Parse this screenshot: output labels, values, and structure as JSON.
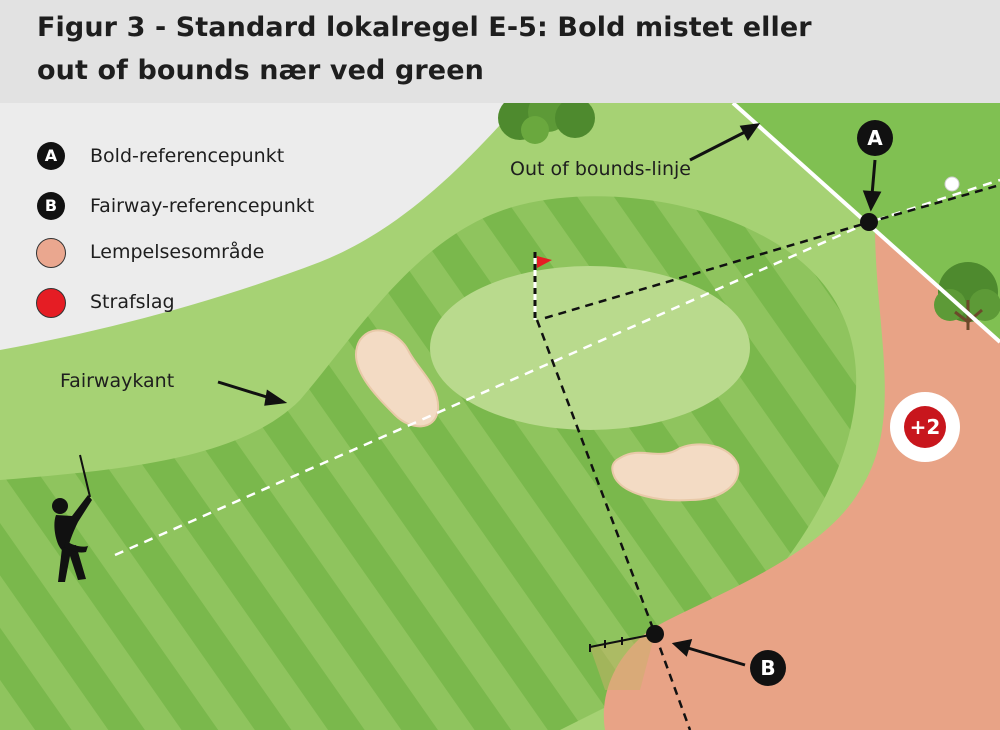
{
  "title_line_1": "Figur 3 - Standard lokalregel E-5: Bold mistet eller",
  "title_line_2": "out of bounds nær ved green",
  "legend": {
    "items": [
      {
        "marker": "A",
        "label": "Bold-referencepunkt"
      },
      {
        "marker": "B",
        "label": "Fairway-referencepunkt"
      },
      {
        "label": "Lempelsesområde",
        "color": "#eaa78f"
      },
      {
        "label": "Strafslag",
        "color": "#e51d24"
      }
    ]
  },
  "labels": {
    "out_of_bounds_line": "Out of bounds-linje",
    "fairway_edge": "Fairwaykant"
  },
  "markers": {
    "a": "A",
    "b": "B"
  },
  "penalty": "+2",
  "colors": {
    "rough": "#9fcf6b",
    "fairway_light": "#8fc45e",
    "fairway_dark": "#76b449",
    "green": "#b7d98a",
    "out_of_bounds": "#7cbd4f",
    "relief_area": "#e8a386",
    "bunker": "#f3dbc4",
    "penalty_red": "#c8161d"
  }
}
